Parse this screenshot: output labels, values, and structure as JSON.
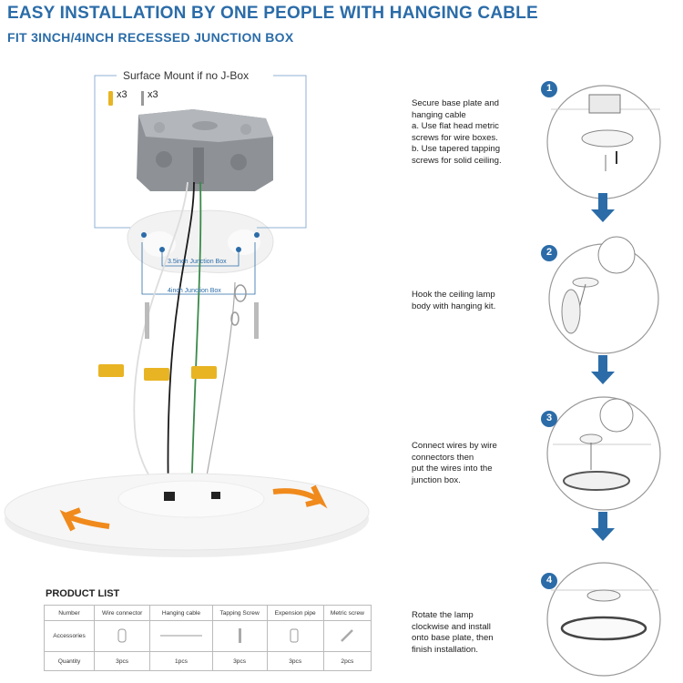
{
  "header": {
    "title": "EASY INSTALLATION BY ONE PEOPLE WITH HANGING CABLE",
    "subtitle": "FIT 3INCH/4INCH RECESSED JUNCTION BOX"
  },
  "diagram": {
    "surface_mount_label": "Surface Mount if no J-Box",
    "anchor_count": "x3",
    "screw_count": "x3",
    "junction_3inch_label": "3.5inch Junction Box",
    "junction_4inch_label": "4inch Junction Box"
  },
  "steps": [
    {
      "number": "1",
      "text": [
        "Secure base plate and",
        "hanging cable",
        "a. Use flat head metric",
        "screws for wire boxes.",
        "b. Use tapered tapping",
        "screws for solid ceiling."
      ]
    },
    {
      "number": "2",
      "text": [
        "Hook the ceiling lamp",
        "body with hanging kit."
      ]
    },
    {
      "number": "3",
      "text": [
        "Connect wires by wire",
        "connectors then",
        "put the wires into the",
        "junction box."
      ]
    },
    {
      "number": "4",
      "text": [
        "Rotate the lamp",
        "clockwise and install",
        "onto base plate, then",
        "finish installation."
      ]
    }
  ],
  "product_list": {
    "title": "PRODUCT LIST",
    "row_labels": [
      "Number",
      "Accessories",
      "Quantity"
    ],
    "items": [
      {
        "name": "Wire connector",
        "qty": "3pcs"
      },
      {
        "name": "Hanging cable",
        "qty": "1pcs"
      },
      {
        "name": "Tapping Screw",
        "qty": "3pcs"
      },
      {
        "name": "Expension pipe",
        "qty": "3pcs"
      },
      {
        "name": "Metric screw",
        "qty": "2pcs"
      }
    ]
  },
  "colors": {
    "heading": "#2b6ca8",
    "step_circle": "#2b6ca8",
    "arrow": "#2b6ca8",
    "connector": "#e8b423",
    "rotate_arrow": "#f08a1c"
  }
}
